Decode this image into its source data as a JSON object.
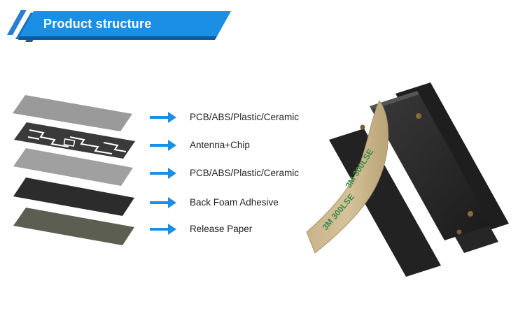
{
  "header": {
    "title": "Product structure",
    "accent_color": "#1a8fe3",
    "dark_color": "#0c4f8f"
  },
  "layers": [
    {
      "label": "PCB/ABS/Plastic/Ceramic",
      "swatch": "#9a9a9a",
      "icon": "gray-layer"
    },
    {
      "label": "Antenna+Chip",
      "swatch": "#4a4a4a",
      "icon": "antenna-layer"
    },
    {
      "label": "PCB/ABS/Plastic/Ceramic",
      "swatch": "#a0a0a0",
      "icon": "gray-layer"
    },
    {
      "label": "Back Foam Adhesive",
      "swatch": "#2c2c2c",
      "icon": "black-layer"
    },
    {
      "label": "Release Paper",
      "swatch": "#5c5e52",
      "icon": "olive-layer"
    }
  ],
  "arrow_color": "#1a8fe3",
  "product": {
    "tape_text": "3M 300LSE"
  }
}
